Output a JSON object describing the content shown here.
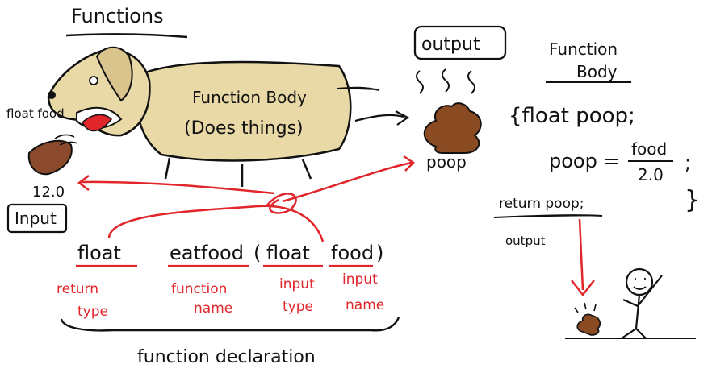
{
  "title": "Functions",
  "output_box": "output",
  "poop_label": "poop",
  "input_value": "12.0",
  "input_box": "Input",
  "food_label": "float food",
  "dog_body_label": "Function Body",
  "dog_body_sub": "(Does things)",
  "right_title_line1": "Function",
  "right_title_line2": "Body",
  "code": {
    "line1": "{float poop;",
    "line2_left": "poop = ",
    "line2_frac_num": "food",
    "line2_frac_den": "2.0",
    "line2_semi": ";",
    "brace_close": "}",
    "return_line": "return poop;",
    "output_label": "output"
  },
  "declaration": {
    "return_type": "float",
    "function_name": "eatfood",
    "open_paren": "(",
    "input_type": "float",
    "input_name": "food",
    "close_paren": ")",
    "return_type_label": "return type",
    "function_name_label": "function name",
    "input_type_label": "input type",
    "input_name_label": "input name",
    "footer": "function declaration"
  },
  "colors": {
    "ink": "#111111",
    "red": "#e0262a",
    "dog": "#e8d9a6",
    "poop": "#8a4a22",
    "food": "#8b4a2b"
  }
}
